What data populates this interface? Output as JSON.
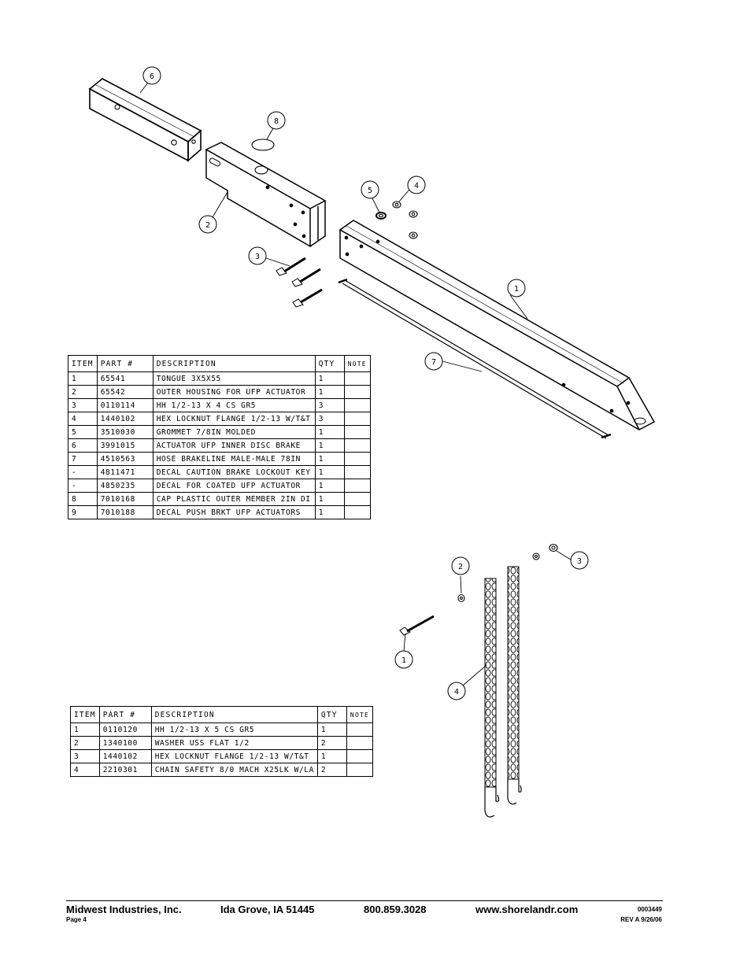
{
  "diagram_top": {
    "callouts": [
      "6",
      "8",
      "5",
      "4",
      "2",
      "3",
      "1",
      "7"
    ]
  },
  "diagram_bottom": {
    "callouts": [
      "2",
      "3",
      "1",
      "4"
    ]
  },
  "table1": {
    "headers": [
      "ITEM",
      "PART #",
      "DESCRIPTION",
      "QTY",
      "NOTE"
    ],
    "rows": [
      {
        "item": "1",
        "part": "65541",
        "desc": "TONGUE 3X5X55",
        "qty": "1",
        "note": ""
      },
      {
        "item": "2",
        "part": "65542",
        "desc": "OUTER HOUSING FOR UFP ACTUATOR",
        "qty": "1",
        "note": ""
      },
      {
        "item": "3",
        "part": "0110114",
        "desc": "HH 1/2-13 X 4 CS GR5",
        "qty": "3",
        "note": ""
      },
      {
        "item": "4",
        "part": "1440102",
        "desc": "HEX LOCKNUT FLANGE 1/2-13 W/T&T",
        "qty": "3",
        "note": ""
      },
      {
        "item": "5",
        "part": "3510030",
        "desc": "GROMMET  7/8IN MOLDED",
        "qty": "1",
        "note": ""
      },
      {
        "item": "6",
        "part": "3991015",
        "desc": "ACTUATOR UFP INNER  DISC BRAKE",
        "qty": "1",
        "note": ""
      },
      {
        "item": "7",
        "part": "4510563",
        "desc": "HOSE BRAKELINE MALE-MALE 78IN",
        "qty": "1",
        "note": ""
      },
      {
        "item": "-",
        "part": "4811471",
        "desc": "DECAL CAUTION BRAKE LOCKOUT KEY",
        "qty": "1",
        "note": ""
      },
      {
        "item": "-",
        "part": "4850235",
        "desc": "DECAL FOR COATED UFP ACTUATOR",
        "qty": "1",
        "note": ""
      },
      {
        "item": "8",
        "part": "7010168",
        "desc": "CAP  PLASTIC OUTER MEMBER 2IN DI",
        "qty": "1",
        "note": ""
      },
      {
        "item": "9",
        "part": "7010188",
        "desc": "DECAL PUSH BRKT UFP ACTUATORS",
        "qty": "1",
        "note": ""
      }
    ]
  },
  "table2": {
    "headers": [
      "ITEM",
      "PART #",
      "DESCRIPTION",
      "QTY",
      "NOTE"
    ],
    "rows": [
      {
        "item": "1",
        "part": "0110120",
        "desc": "HH 1/2-13 X 5 CS GR5",
        "qty": "1",
        "note": ""
      },
      {
        "item": "2",
        "part": "1340100",
        "desc": "WASHER USS FLAT 1/2",
        "qty": "2",
        "note": ""
      },
      {
        "item": "3",
        "part": "1440102",
        "desc": "HEX LOCKNUT FLANGE 1/2-13 W/T&T",
        "qty": "1",
        "note": ""
      },
      {
        "item": "4",
        "part": "2210301",
        "desc": "CHAIN SAFETY 8/0 MACH X25LK W/LA",
        "qty": "2",
        "note": ""
      }
    ]
  },
  "footer": {
    "company": "Midwest Industries, Inc.",
    "city": "Ida Grove, IA  51445",
    "phone": "800.859.3028",
    "website": "www.shorelandr.com",
    "page": "Page 4",
    "doc_number": "0003449",
    "revision": "REV A  9/26/06"
  }
}
